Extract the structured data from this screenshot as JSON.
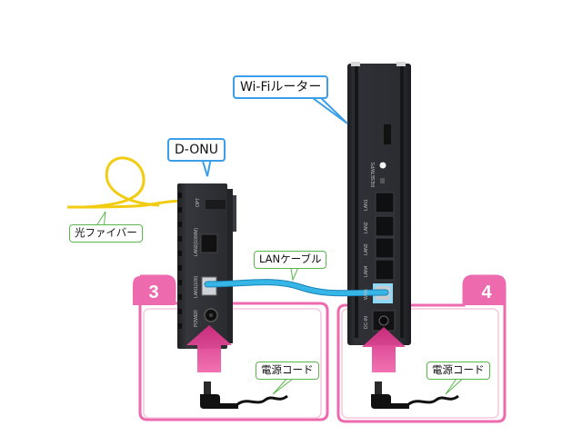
{
  "labels": {
    "wifi_router": "Wi-Fiルーター",
    "d_onu": "D-ONU",
    "optical_fiber": "光ファイバー",
    "lan_cable": "LANケーブル",
    "power_cord_left": "電源コード",
    "power_cord_right": "電源コード"
  },
  "steps": [
    {
      "number": "3",
      "target": "D-ONU POWER"
    },
    {
      "number": "4",
      "target": "Wi-Fiルーター DC-IN"
    }
  ],
  "onu_ports": {
    "opt": "OPT",
    "lan2": "LAN2(1000M)",
    "lan1": "LAN1(100)",
    "power": "POWER"
  },
  "router_ports": {
    "lan1": "LAN1",
    "lan2": "LAN2",
    "lan3": "LAN3",
    "lan4": "LAN4",
    "wan": "WAN",
    "dc_in": "DC-IN",
    "wps": "WPS",
    "reset": "RESET"
  },
  "colors": {
    "step_pink": "#ee6aae",
    "arrow_pink": "#e3418f",
    "callout_blue": "#3b9ee8",
    "callout_green": "#58b84a",
    "fiber_yellow": "#f2cc12",
    "lan_cable_blue": "#35b6e6",
    "device_dark": "#2b2d31"
  }
}
